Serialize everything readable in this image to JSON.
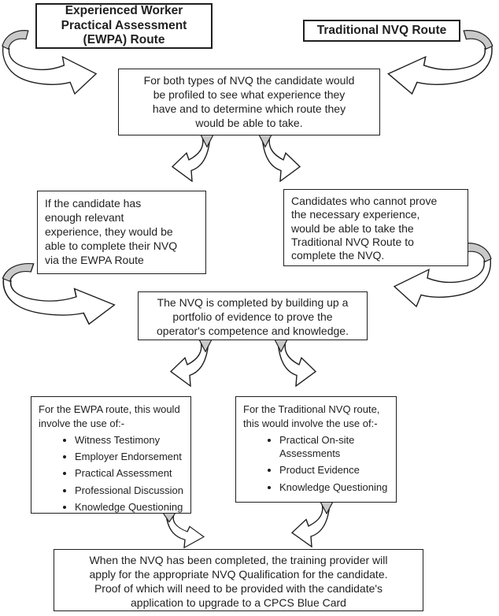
{
  "colors": {
    "line": "#1f1f1f",
    "fill": "#ffffff",
    "fold": "#c9c9c9",
    "background": "#ffffff"
  },
  "flowchart": {
    "headers": {
      "ewpa": "Experienced Worker\nPractical Assessment\n(EWPA) Route",
      "traditional": "Traditional NVQ Route"
    },
    "steps": {
      "profiling": "For both types of NVQ the candidate would\nbe profiled to see what experience they\nhave and to determine which route they\nwould be able to take.",
      "ewpa_eligible": "If the candidate has\nenough relevant\nexperience, they would be\nable to complete their NVQ\nvia the EWPA Route",
      "traditional_fallback": "Candidates who cannot prove\nthe necessary experience,\nwould be able to take the\nTraditional NVQ Route to\ncomplete the NVQ.",
      "portfolio": "The NVQ is completed by building up a\nportfolio of evidence to prove the\noperator's competence and knowledge.",
      "completion": "When the NVQ has been completed, the training provider will\napply for the appropriate NVQ Qualification for the candidate.\nProof of which will need to be provided with the candidate's\napplication to upgrade to a CPCS Blue Card"
    },
    "methods": {
      "ewpa": {
        "intro": "For the EWPA route, this would\ninvolve the use of:-",
        "items": [
          "Witness Testimony",
          "Employer Endorsement",
          "Practical Assessment",
          "Professional Discussion",
          "Knowledge Questioning"
        ]
      },
      "traditional": {
        "intro": "For the Traditional NVQ route,\nthis would involve the use of:-",
        "items": [
          "Practical On-site\nAssessments",
          "Product Evidence",
          "Knowledge Questioning"
        ]
      }
    }
  }
}
